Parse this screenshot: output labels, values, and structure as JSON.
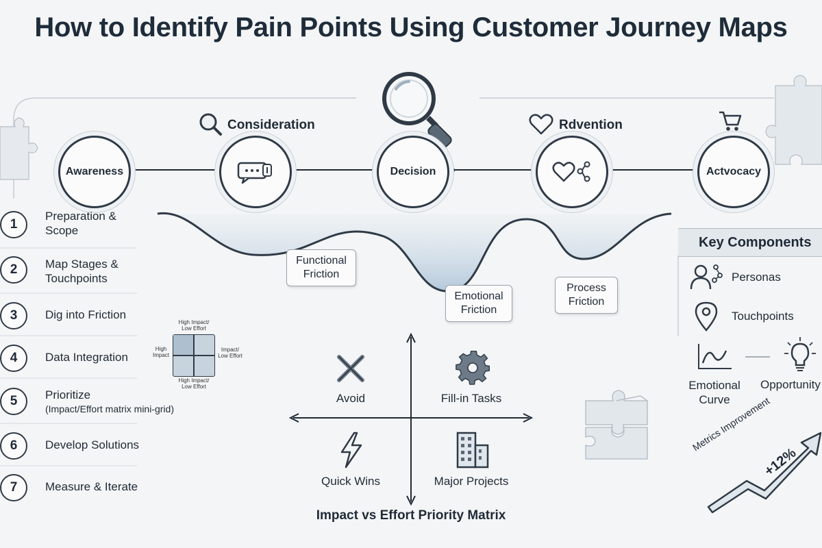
{
  "title": "How to Identify Pain Points Using Customer Journey Maps",
  "stages": {
    "nodes": [
      "Awareness",
      "",
      "Decision",
      "",
      "Actvocacy"
    ],
    "labels": {
      "consideration": "Consideration",
      "advention": "Rdvention"
    }
  },
  "friction": {
    "functional": [
      "Functional",
      "Friction"
    ],
    "emotional": [
      "Emotional",
      "Friction"
    ],
    "process": [
      "Process",
      "Friction"
    ]
  },
  "steps": [
    {
      "num": "1",
      "lines": [
        "Preparation &",
        "Scope"
      ]
    },
    {
      "num": "2",
      "lines": [
        "Map Stages &",
        "Touchpoints"
      ]
    },
    {
      "num": "3",
      "lines": [
        "Dig into Friction"
      ]
    },
    {
      "num": "4",
      "lines": [
        "Data Integration"
      ]
    },
    {
      "num": "5",
      "lines": [
        "Prioritize"
      ],
      "sub": "(Impact/Effort matrix mini-grid)"
    },
    {
      "num": "6",
      "lines": [
        "Develop Solutions"
      ]
    },
    {
      "num": "7",
      "lines": [
        "Measure & Iterate"
      ]
    }
  ],
  "mini_grid": {
    "top": [
      "High Impact/",
      "Low Effort"
    ],
    "left": [
      "High",
      "Impact"
    ],
    "right": "Impact/ Low Effort",
    "bottom": [
      "High Impact/",
      "Low Effort"
    ]
  },
  "matrix": {
    "quadrants": {
      "top_left": "Avoid",
      "top_right": "Fill-in Tasks",
      "bottom_left": "Quick Wins",
      "bottom_right": "Major Projects"
    },
    "caption": "Impact vs Effort Priority Matrix"
  },
  "key_components": {
    "title": "Key Components",
    "items": {
      "personas": "Personas",
      "touchpoints": "Touchpoints",
      "emotional": [
        "Emotional",
        "Curve"
      ],
      "opportunity": "Opportunity"
    }
  },
  "metrics": {
    "label": "Metrics Improvement",
    "value": "+12%"
  },
  "colors": {
    "ink": "#1f2a36",
    "accent": "#7fa3c4",
    "background": "#f4f5f6"
  }
}
